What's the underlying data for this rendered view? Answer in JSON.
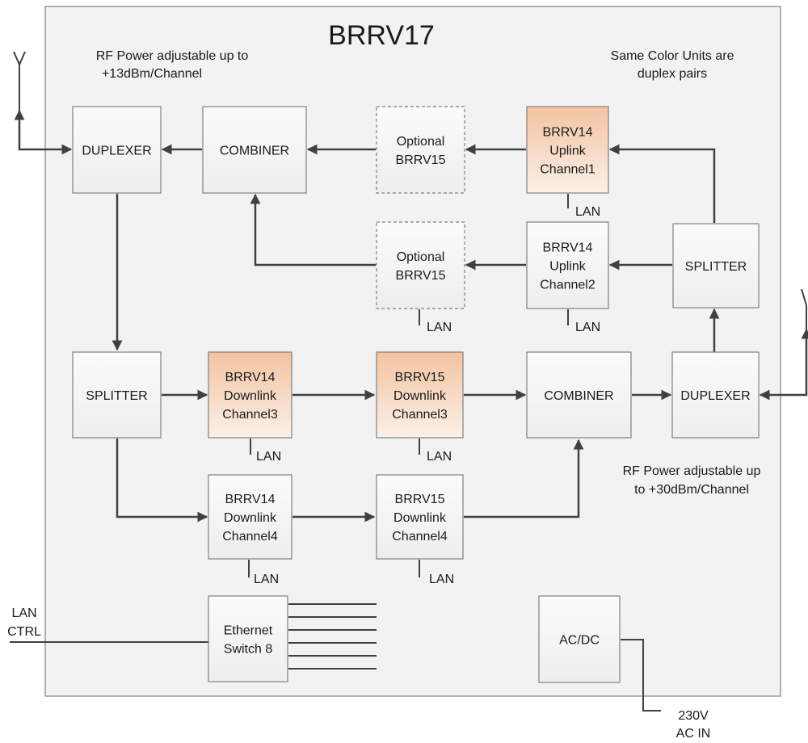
{
  "title": "BRRV17",
  "notes": {
    "rf_low_line1": "RF Power adjustable up to",
    "rf_low_line2": "+13dBm/Channel",
    "duplex_line1": "Same Color Units are",
    "duplex_line2": "duplex pairs",
    "rf_high_line1": "RF Power adjustable up",
    "rf_high_line2": "to +30dBm/Channel"
  },
  "blocks": {
    "duplexer_left": [
      "DUPLEXER"
    ],
    "combiner_top": [
      "COMBINER"
    ],
    "optional1": [
      "Optional",
      "BRRV15"
    ],
    "uplink1": [
      "BRRV14",
      "Uplink",
      "Channel1"
    ],
    "optional2": [
      "Optional",
      "BRRV15"
    ],
    "uplink2": [
      "BRRV14",
      "Uplink",
      "Channel2"
    ],
    "splitter_right": [
      "SPLITTER"
    ],
    "splitter_left": [
      "SPLITTER"
    ],
    "brrv14_ch3": [
      "BRRV14",
      "Downlink",
      "Channel3"
    ],
    "brrv15_ch3": [
      "BRRV15",
      "Downlink",
      "Channel3"
    ],
    "combiner_bottom": [
      "COMBINER"
    ],
    "duplexer_right": [
      "DUPLEXER"
    ],
    "brrv14_ch4": [
      "BRRV14",
      "Downlink",
      "Channel4"
    ],
    "brrv15_ch4": [
      "BRRV15",
      "Downlink",
      "Channel4"
    ],
    "ethernet_switch": [
      "Ethernet",
      "Switch 8"
    ],
    "acdc": [
      "AC/DC"
    ]
  },
  "lan_label": "LAN",
  "lan_ctrl": [
    "LAN",
    "CTRL"
  ],
  "ac_in": [
    "230V",
    "AC IN"
  ],
  "colors": {
    "frame_fill": "#f2f2f2",
    "box_fill": "#f7f7f7",
    "box_stroke": "#808080",
    "pair_fill": "#f4c7a6",
    "wire": "#404040"
  }
}
